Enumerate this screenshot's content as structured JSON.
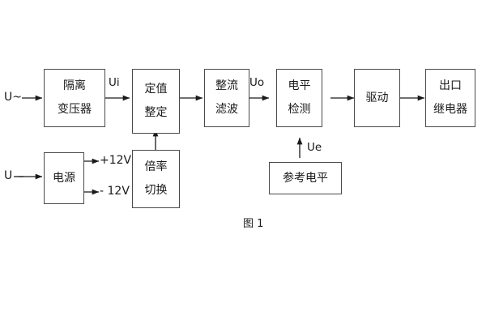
{
  "figure": {
    "caption": "图 1",
    "background": "#ffffff",
    "stroke": "#4a4a4a",
    "text_color": "#1a1a1a"
  },
  "inputs": {
    "ac_input": "U~",
    "dc_input": "U"
  },
  "signals": {
    "ui": "Ui",
    "uo": "Uo",
    "ue": "Ue",
    "pos_rail": "+12V",
    "neg_rail": "- 12V"
  },
  "blocks": [
    {
      "id": "isolation-transformer",
      "lines": [
        "隔离",
        "变压器"
      ]
    },
    {
      "id": "setting-value",
      "lines": [
        "定值",
        "整定"
      ]
    },
    {
      "id": "rectifier-filter",
      "lines": [
        "整流",
        "滤波"
      ]
    },
    {
      "id": "level-detection",
      "lines": [
        "电平",
        "检测"
      ]
    },
    {
      "id": "drive",
      "lines": [
        "驱动"
      ]
    },
    {
      "id": "output-relay",
      "lines": [
        "出口",
        "继电器"
      ]
    },
    {
      "id": "power-supply",
      "lines": [
        "电源"
      ]
    },
    {
      "id": "multiplier-switch",
      "lines": [
        "倍率",
        "切换"
      ]
    },
    {
      "id": "reference-level",
      "lines": [
        "参考电平"
      ]
    }
  ]
}
